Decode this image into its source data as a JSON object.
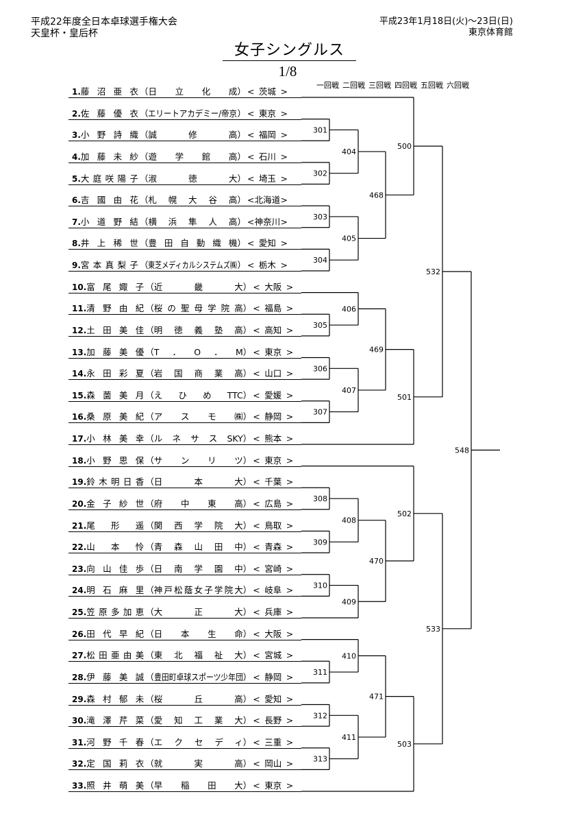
{
  "header": {
    "event_line1": "平成22年度全日本卓球選手権大会",
    "event_line2": "天皇杯・皇后杯",
    "date": "平成23年1月18日(火)～23日(日)",
    "venue": "東京体育館",
    "title": "女子シングルス",
    "section": "1/8",
    "rounds": [
      "一回戦",
      "二回戦",
      "三回戦",
      "四回戦",
      "五回戦",
      "六回戦"
    ]
  },
  "players": [
    {
      "seed": "1.",
      "name": "藤沼亜衣",
      "team": "日立化成",
      "pref": "茨城"
    },
    {
      "seed": "2.",
      "name": "佐藤優衣",
      "team": "エリートアカデミー/帝京",
      "pref": "東京"
    },
    {
      "seed": "3.",
      "name": "小野詩織",
      "team": "誠修高",
      "pref": "福岡"
    },
    {
      "seed": "4.",
      "name": "加藤未紗",
      "team": "遊学館高",
      "pref": "石川"
    },
    {
      "seed": "5.",
      "name": "大庭咲陽子",
      "team": "淑徳大",
      "pref": "埼玉"
    },
    {
      "seed": "6.",
      "name": "吉國由花",
      "team": "札幌大谷高",
      "pref": "北海道"
    },
    {
      "seed": "7.",
      "name": "小道野結",
      "team": "横浜隼人高",
      "pref": "神奈川"
    },
    {
      "seed": "8.",
      "name": "井上稀世",
      "team": "豊田自動織機",
      "pref": "愛知"
    },
    {
      "seed": "9.",
      "name": "宮本真梨子",
      "team": "東芝メディカルシステムズ㈱",
      "pref": "栃木"
    },
    {
      "seed": "10.",
      "name": "富尾娵子",
      "team": "近畿大",
      "pref": "大阪"
    },
    {
      "seed": "11.",
      "name": "清野由紀",
      "team": "桜の聖母学院高",
      "pref": "福島"
    },
    {
      "seed": "12.",
      "name": "土田美佳",
      "team": "明徳義塾高",
      "pref": "高知"
    },
    {
      "seed": "13.",
      "name": "加藤美優",
      "team": "T．O．M",
      "pref": "東京"
    },
    {
      "seed": "14.",
      "name": "永田彩夏",
      "team": "岩国商業高",
      "pref": "山口"
    },
    {
      "seed": "15.",
      "name": "森薗美月",
      "team": "えひめTTC",
      "pref": "愛媛"
    },
    {
      "seed": "16.",
      "name": "桑原美紀",
      "team": "アスモ㈱",
      "pref": "静岡"
    },
    {
      "seed": "17.",
      "name": "小林美幸",
      "team": "ルネサスSKY",
      "pref": "熊本"
    },
    {
      "seed": "18.",
      "name": "小野思保",
      "team": "サンリツ",
      "pref": "東京"
    },
    {
      "seed": "19.",
      "name": "鈴木明日香",
      "team": "日本大",
      "pref": "千葉"
    },
    {
      "seed": "20.",
      "name": "金子紗世",
      "team": "府中東高",
      "pref": "広島"
    },
    {
      "seed": "21.",
      "name": "尾形遥",
      "team": "関西学院大",
      "pref": "鳥取"
    },
    {
      "seed": "22.",
      "name": "山本怜",
      "team": "青森山田中",
      "pref": "青森"
    },
    {
      "seed": "23.",
      "name": "向山佳歩",
      "team": "日南学園中",
      "pref": "宮崎"
    },
    {
      "seed": "24.",
      "name": "明石麻里",
      "team": "神戸松蔭女子学院大",
      "pref": "岐阜"
    },
    {
      "seed": "25.",
      "name": "笠原多加恵",
      "team": "大正大",
      "pref": "兵庫"
    },
    {
      "seed": "26.",
      "name": "田代早紀",
      "team": "日本生命",
      "pref": "大阪"
    },
    {
      "seed": "27.",
      "name": "松田亜由美",
      "team": "東北福祉大",
      "pref": "宮城"
    },
    {
      "seed": "28.",
      "name": "伊藤美誠",
      "team": "豊田町卓球スポーツ少年団",
      "pref": "静岡"
    },
    {
      "seed": "29.",
      "name": "森村郁未",
      "team": "桜丘高",
      "pref": "愛知"
    },
    {
      "seed": "30.",
      "name": "滝澤芹菜",
      "team": "愛知工業大",
      "pref": "長野"
    },
    {
      "seed": "31.",
      "name": "河野千春",
      "team": "エクセディ",
      "pref": "三重"
    },
    {
      "seed": "32.",
      "name": "定国莉衣",
      "team": "就実高",
      "pref": "岡山"
    },
    {
      "seed": "33.",
      "name": "照井萌美",
      "team": "早稲田大",
      "pref": "東京"
    }
  ],
  "matches": [
    {
      "id": "301",
      "round": 1,
      "a": "p2",
      "b": "p3"
    },
    {
      "id": "302",
      "round": 1,
      "a": "p4",
      "b": "p5"
    },
    {
      "id": "303",
      "round": 1,
      "a": "p6",
      "b": "p7"
    },
    {
      "id": "304",
      "round": 1,
      "a": "p8",
      "b": "p9"
    },
    {
      "id": "305",
      "round": 1,
      "a": "p11",
      "b": "p12"
    },
    {
      "id": "306",
      "round": 1,
      "a": "p13",
      "b": "p14"
    },
    {
      "id": "307",
      "round": 1,
      "a": "p15",
      "b": "p16"
    },
    {
      "id": "308",
      "round": 1,
      "a": "p19",
      "b": "p20"
    },
    {
      "id": "309",
      "round": 1,
      "a": "p21",
      "b": "p22"
    },
    {
      "id": "310",
      "round": 1,
      "a": "p23",
      "b": "p24"
    },
    {
      "id": "311",
      "round": 1,
      "a": "p27",
      "b": "p28"
    },
    {
      "id": "312",
      "round": 1,
      "a": "p29",
      "b": "p30"
    },
    {
      "id": "313",
      "round": 1,
      "a": "p31",
      "b": "p32"
    },
    {
      "id": "404",
      "round": 2,
      "a": "301",
      "b": "302"
    },
    {
      "id": "405",
      "round": 2,
      "a": "303",
      "b": "304"
    },
    {
      "id": "406",
      "round": 2,
      "a": "p10",
      "b": "305"
    },
    {
      "id": "407",
      "round": 2,
      "a": "306",
      "b": "307"
    },
    {
      "id": "408",
      "round": 2,
      "a": "308",
      "b": "309"
    },
    {
      "id": "409",
      "round": 2,
      "a": "310",
      "b": "p25"
    },
    {
      "id": "410",
      "round": 2,
      "a": "p26",
      "b": "311"
    },
    {
      "id": "411",
      "round": 2,
      "a": "312",
      "b": "313"
    },
    {
      "id": "468",
      "round": 3,
      "a": "404",
      "b": "405"
    },
    {
      "id": "469",
      "round": 3,
      "a": "406",
      "b": "407"
    },
    {
      "id": "470",
      "round": 3,
      "a": "408",
      "b": "409"
    },
    {
      "id": "471",
      "round": 3,
      "a": "410",
      "b": "411"
    },
    {
      "id": "500",
      "round": 4,
      "a": "p1",
      "b": "468"
    },
    {
      "id": "501",
      "round": 4,
      "a": "469",
      "b": "p17"
    },
    {
      "id": "502",
      "round": 4,
      "a": "p18",
      "b": "470"
    },
    {
      "id": "503",
      "round": 4,
      "a": "471",
      "b": "p33"
    },
    {
      "id": "532",
      "round": 5,
      "a": "500",
      "b": "501"
    },
    {
      "id": "533",
      "round": 5,
      "a": "502",
      "b": "503"
    },
    {
      "id": "548",
      "round": 6,
      "a": "532",
      "b": "533"
    }
  ]
}
